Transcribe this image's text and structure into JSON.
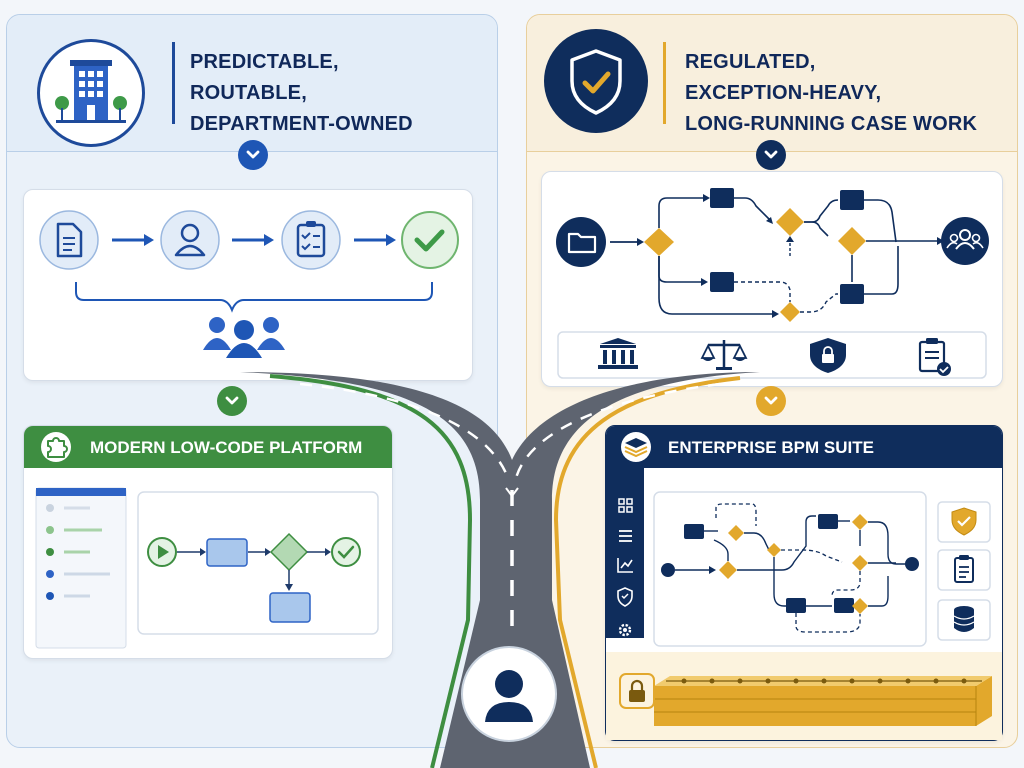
{
  "left": {
    "heading_lines": [
      "PREDICTABLE,",
      "ROUTABLE,",
      "DEPARTMENT-OWNED"
    ],
    "platform_title": "MODERN LOW-CODE PLATFORM",
    "accent": "#2f5fb0",
    "platform_color": "#3e8e41",
    "icons": [
      "building-icon",
      "document-icon",
      "user-icon",
      "checklist-icon",
      "check-circle-icon",
      "team-icon",
      "puzzle-icon",
      "play-icon"
    ]
  },
  "right": {
    "heading_lines": [
      "REGULATED,",
      "EXCEPTION-HEAVY,",
      "LONG-RUNNING CASE WORK"
    ],
    "platform_title": "ENTERPRISE BPM SUITE",
    "accent": "#0f2d5c",
    "gold": "#e2a82c",
    "icons": [
      "shield-check-icon",
      "folder-icon",
      "people-group-icon",
      "bank-icon",
      "scales-icon",
      "shield-lock-icon",
      "compliance-doc-icon",
      "layers-icon",
      "grid-icon",
      "list-icon",
      "chart-icon",
      "shield-icon",
      "gear-icon",
      "database-icon",
      "lock-icon"
    ]
  },
  "center": {
    "icons": [
      "road-icon",
      "person-icon"
    ]
  }
}
